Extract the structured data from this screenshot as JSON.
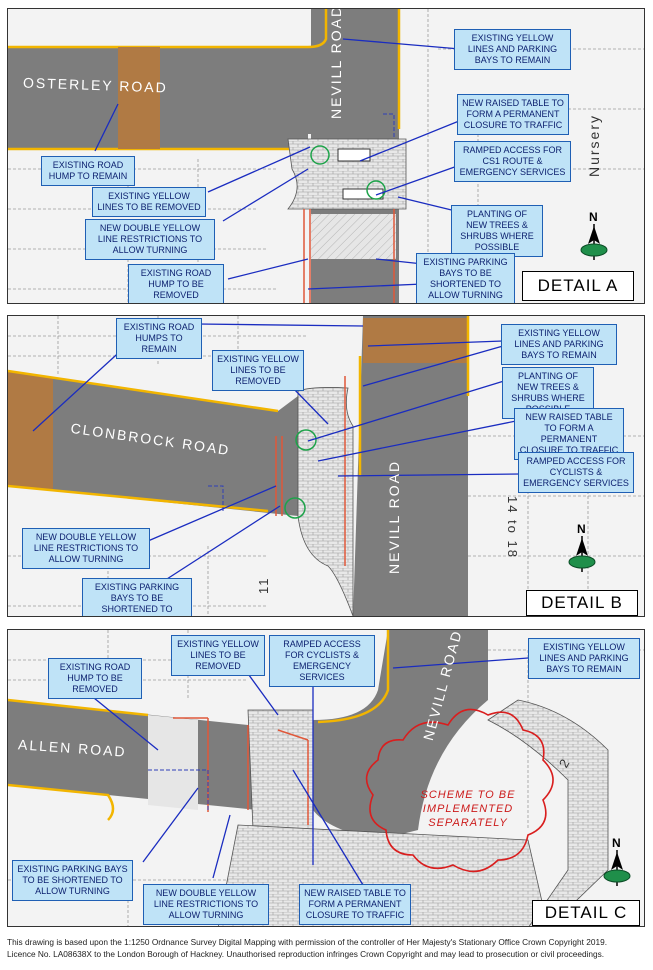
{
  "colors": {
    "road": "#7d7d7d",
    "hump": "#b07a44",
    "table": "#e4e4e4",
    "callout_fill": "#bfe3f7",
    "callout_border": "#1f5fb4",
    "yellow_line": "#f2b500",
    "red_line": "#e0583a",
    "tree": "#1ea34a",
    "cloud": "#d91e1e"
  },
  "detail_a": {
    "label": "DETAIL A",
    "streets": {
      "osterley": "OSTERLEY ROAD",
      "nevill": "NEVILL ROAD",
      "nursery": "Nursery"
    },
    "callouts": {
      "yellow_remain": "EXISTING YELLOW LINES AND PARKING BAYS TO REMAIN",
      "raised_table": "NEW RAISED TABLE TO FORM A PERMANENT CLOSURE TO TRAFFIC",
      "ramped_access": "RAMPED ACCESS FOR CS1 ROUTE & EMERGENCY SERVICES",
      "hump_remain": "EXISTING ROAD HUMP TO REMAIN",
      "yellow_removed": "EXISTING YELLOW LINES TO BE REMOVED",
      "double_yellow": "NEW DOUBLE YELLOW LINE RESTRICTIONS TO ALLOW TURNING",
      "planting": "PLANTING OF NEW TREES & SHRUBS WHERE POSSIBLE",
      "hump_removed": "EXISTING ROAD HUMP TO BE REMOVED",
      "bays_shortened": "EXISTING PARKING BAYS TO BE SHORTENED TO ALLOW TURNING"
    }
  },
  "detail_b": {
    "label": "DETAIL B",
    "streets": {
      "clonbrock": "CLONBROCK ROAD",
      "nevill": "NEVILL ROAD",
      "house_range": "14 to 18",
      "house_11": "11"
    },
    "callouts": {
      "humps_remain": "EXISTING ROAD HUMPS TO REMAIN",
      "yellow_remain": "EXISTING YELLOW LINES AND PARKING BAYS TO REMAIN",
      "yellow_removed": "EXISTING YELLOW LINES TO BE REMOVED",
      "planting": "PLANTING OF NEW TREES & SHRUBS WHERE POSSIBLE",
      "raised_table": "NEW RAISED TABLE TO FORM A PERMANENT CLOSURE TO TRAFFIC",
      "ramped_access": "RAMPED ACCESS FOR CYCLISTS & EMERGENCY SERVICES",
      "double_yellow": "NEW DOUBLE YELLOW LINE RESTRICTIONS TO ALLOW TURNING",
      "bays_shortened": "EXISTING PARKING BAYS TO BE SHORTENED TO ALLOW TURNING"
    }
  },
  "detail_c": {
    "label": "DETAIL C",
    "streets": {
      "allen": "ALLEN ROAD",
      "nevill": "NEVILL ROAD",
      "house_2": "2"
    },
    "scheme_note": "SCHEME TO BE IMPLEMENTED SEPARATELY",
    "callouts": {
      "yellow_removed": "EXISTING YELLOW LINES TO BE REMOVED",
      "ramped_access": "RAMPED ACCESS FOR CYCLISTS & EMERGENCY SERVICES",
      "yellow_remain": "EXISTING YELLOW LINES AND PARKING BAYS TO REMAIN",
      "hump_removed": "EXISTING ROAD HUMP TO BE REMOVED",
      "bays_shortened": "EXISTING PARKING BAYS TO BE SHORTENED TO ALLOW TURNING",
      "double_yellow": "NEW DOUBLE YELLOW LINE RESTRICTIONS TO ALLOW TURNING",
      "raised_table": "NEW RAISED TABLE TO FORM A PERMANENT CLOSURE TO TRAFFIC"
    }
  },
  "north_label": "N",
  "footer": {
    "line1": "This drawing is based upon the 1:1250 Ordnance Survey Digital Mapping with permission of the controller of Her Majesty's Stationary Office Crown Copyright 2019.",
    "line2": "Licence No. LA08638X to the London Borough of Hackney. Unauthorised reproduction infringes Crown Copyright and may lead to prosecution or civil proceedings."
  }
}
